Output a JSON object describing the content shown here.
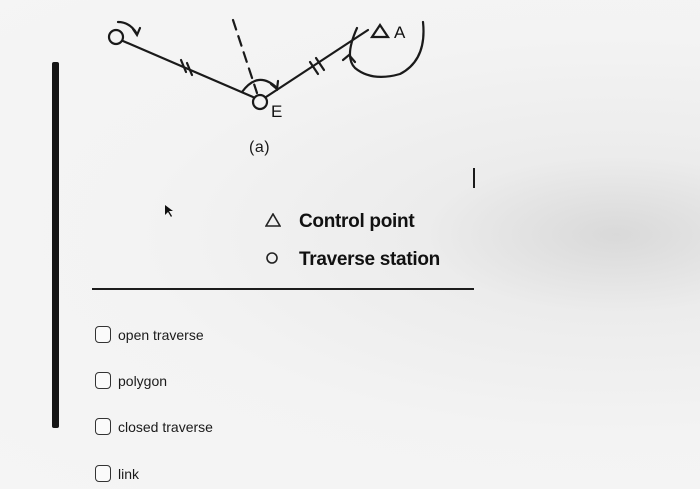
{
  "figure": {
    "station_label": "E",
    "control_label": "A",
    "caption": "(a)"
  },
  "legend": [
    {
      "symbol": "triangle-icon",
      "label": "Control point"
    },
    {
      "symbol": "circle-icon",
      "label": "Traverse station"
    }
  ],
  "options": [
    {
      "label": "open traverse",
      "checked": false
    },
    {
      "label": "polygon",
      "checked": false
    },
    {
      "label": "closed traverse",
      "checked": false
    },
    {
      "label": "link",
      "checked": false
    }
  ]
}
